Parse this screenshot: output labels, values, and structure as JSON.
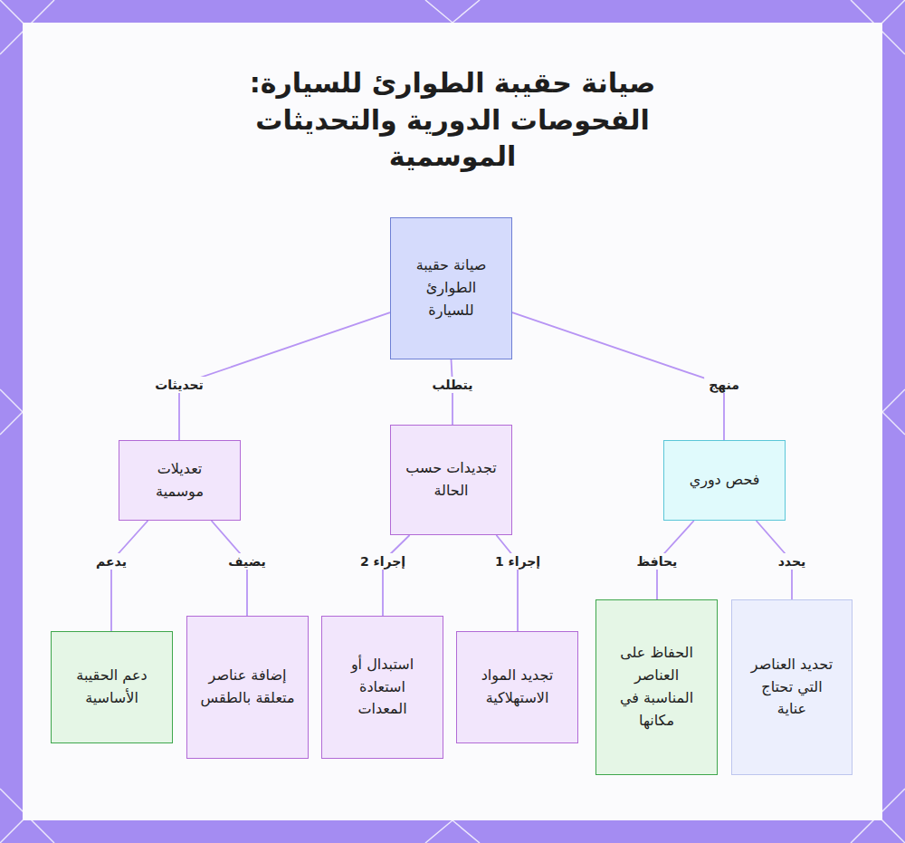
{
  "diagram": {
    "title": "صيانة حقيبة الطوارئ للسيارة: الفحوصات الدورية والتحديثات الموسمية",
    "nodes": [
      {
        "text": [
          "صيانة حقيبة الطوارئ للسيارة"
        ]
      },
      {
        "text": [
          "فحص دوري"
        ]
      },
      {
        "text": [
          "تجديدات حسب الحالة"
        ]
      },
      {
        "text": [
          "تعديلات موسمية"
        ]
      },
      {
        "text": [
          "تحديد العناصر التي تحتاج عناية"
        ]
      },
      {
        "text": [
          "الحفاظ على العناصر المناسبة في مكانها"
        ]
      },
      {
        "text": [
          "تجديد المواد الاستهلاكية"
        ]
      },
      {
        "text": [
          "استبدال أو استعادة المعدات"
        ]
      },
      {
        "text": [
          "إضافة عناصر متعلقة بالطقس"
        ]
      },
      {
        "text": [
          "دعم الحقيبة الأساسية"
        ]
      }
    ],
    "edges": [
      {
        "from": 0,
        "to": 1,
        "label": "منهج",
        "arrow": "none"
      },
      {
        "from": 0,
        "to": 2,
        "label": "يتطلب",
        "arrow": "none"
      },
      {
        "from": 0,
        "to": 3,
        "label": "تحديثات",
        "arrow": "none"
      },
      {
        "from": 1,
        "to": 4,
        "label": "يحدد",
        "arrow": "none"
      },
      {
        "from": 1,
        "to": 5,
        "label": "يحافظ",
        "arrow": "none"
      },
      {
        "from": 2,
        "to": 6,
        "label": "إجراء 1",
        "arrow": "none"
      },
      {
        "from": 2,
        "to": 7,
        "label": "إجراء 2",
        "arrow": "none"
      },
      {
        "from": 3,
        "to": 8,
        "label": "يضيف",
        "arrow": "none"
      },
      {
        "from": 3,
        "to": 9,
        "label": "يدعم",
        "arrow": "none"
      }
    ]
  }
}
